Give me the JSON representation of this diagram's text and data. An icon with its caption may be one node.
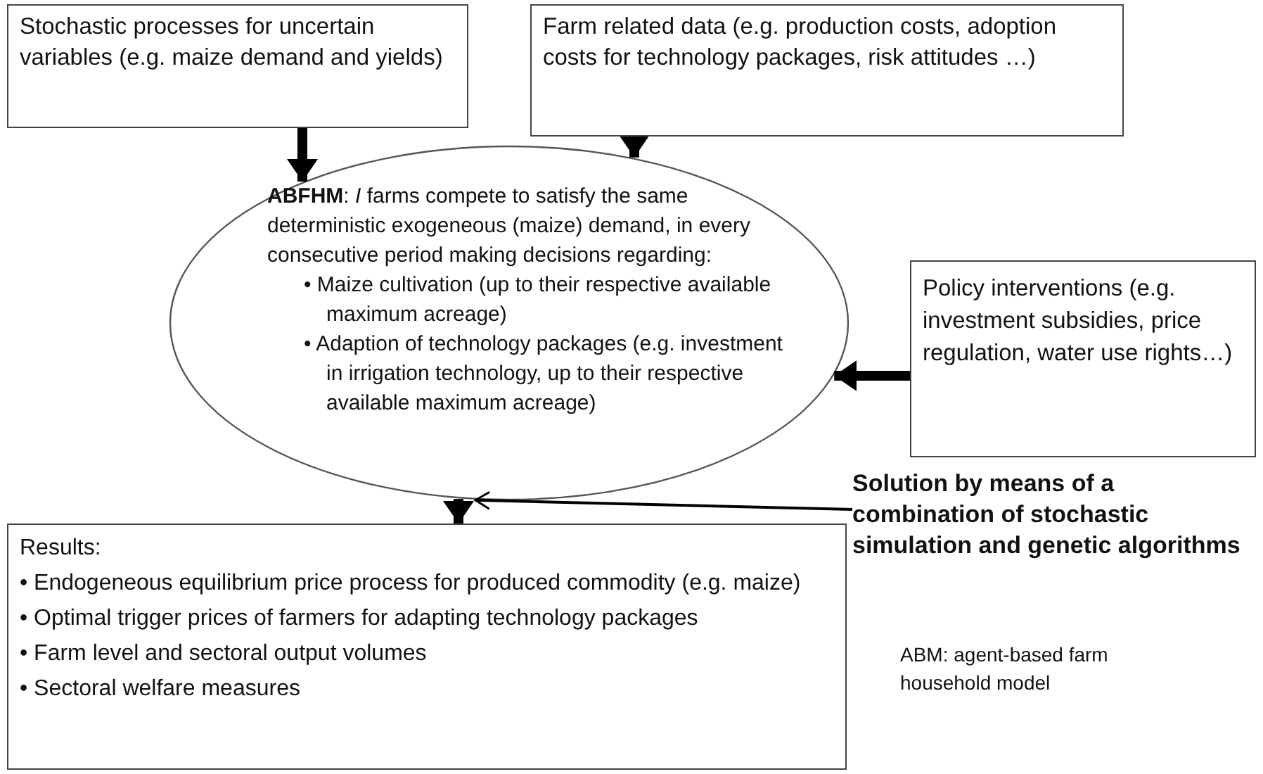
{
  "diagram": {
    "nodes": [
      {
        "text": [
          "Stochastic processes for uncertain variables (e.g. maize demand and yields)"
        ]
      },
      {
        "text": [
          "Farm related data (e.g. production costs, adoption costs for technology packages, risk attitudes …)"
        ]
      },
      {
        "text": [
          "**ABFHM**: *I* farms compete to satisfy the same deterministic exogeneous (maize) demand, in every consecutive period making decisions regarding:",
          "• Maize cultivation (up to their respective available maximum acreage)",
          "• Adaption of technology packages (e.g. investment in irrigation technology, up to their respective available maximum acreage)"
        ]
      },
      {
        "text": [
          "Policy interventions (e.g. investment subsidies, price regulation, water use rights…)"
        ]
      },
      {
        "text": [
          "Solution by means of a combination of stochastic simulation and genetic algorithms"
        ]
      },
      {
        "text": [
          "Results:",
          "• Endogeneous equilibrium price process for produced commodity (e.g. maize)",
          "• Optimal trigger prices of farmers for adapting technology packages",
          "• Farm level and sectoral output volumes",
          "• Sectoral welfare measures"
        ]
      }
    ],
    "edges": [
      {
        "from": 0,
        "to": 2,
        "arrow": "to"
      },
      {
        "from": 1,
        "to": 2,
        "arrow": "to"
      },
      {
        "from": 3,
        "to": 2,
        "arrow": "to"
      },
      {
        "from": 2,
        "to": 5,
        "arrow": "to"
      },
      {
        "from": 4,
        "to": 2,
        "arrow": "to"
      }
    ],
    "labels": [
      "ABM: agent-based farm household model"
    ]
  }
}
